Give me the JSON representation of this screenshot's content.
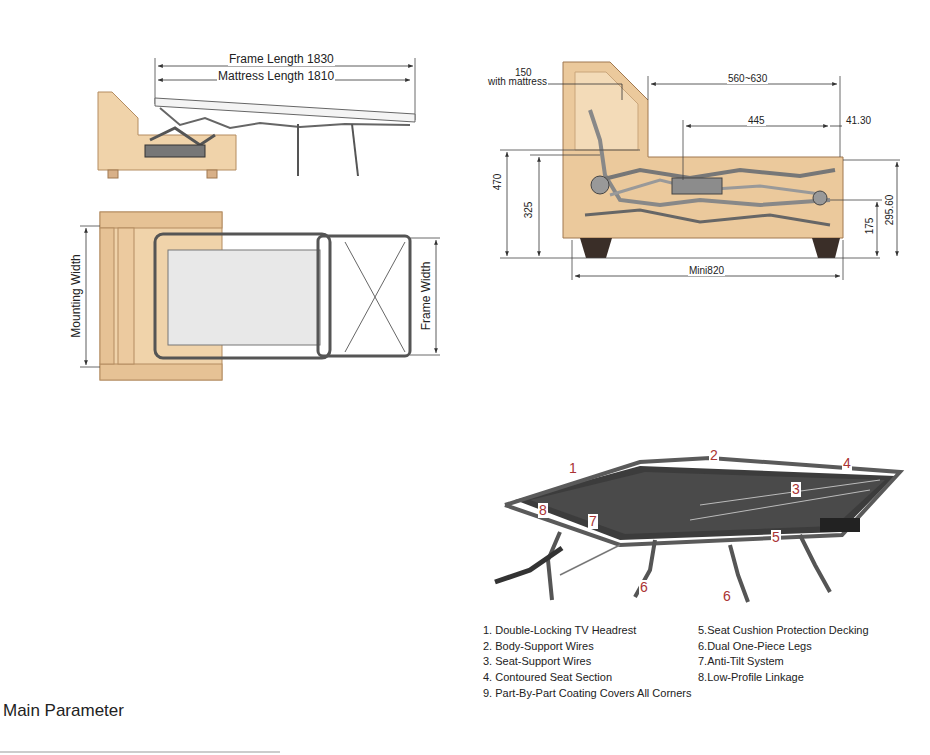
{
  "diagram": {
    "labels": [
      "Frame Length 1830",
      "Mattress Length 1810",
      "150",
      "with mattress",
      "560~630",
      "445",
      "41.30",
      "470",
      "325",
      "175",
      "295.60",
      "Mounting Width",
      "Frame Width",
      "Mini820",
      "1",
      "2",
      "4",
      "3",
      "8",
      "7",
      "5",
      "6",
      "6",
      "1.  Double-Locking TV Headrest",
      "2.  Body-Support Wires",
      "3.  Seat-Support Wires",
      "4.  Contoured Seat Section",
      "5.Seat Cushion Protection Decking",
      "6.Dual One-Piece Legs",
      "7.Anti-Tilt System",
      "8.Low-Profile Linkage",
      "9.  Part-By-Part Coating Covers All Corners",
      "Main Parameter"
    ]
  }
}
